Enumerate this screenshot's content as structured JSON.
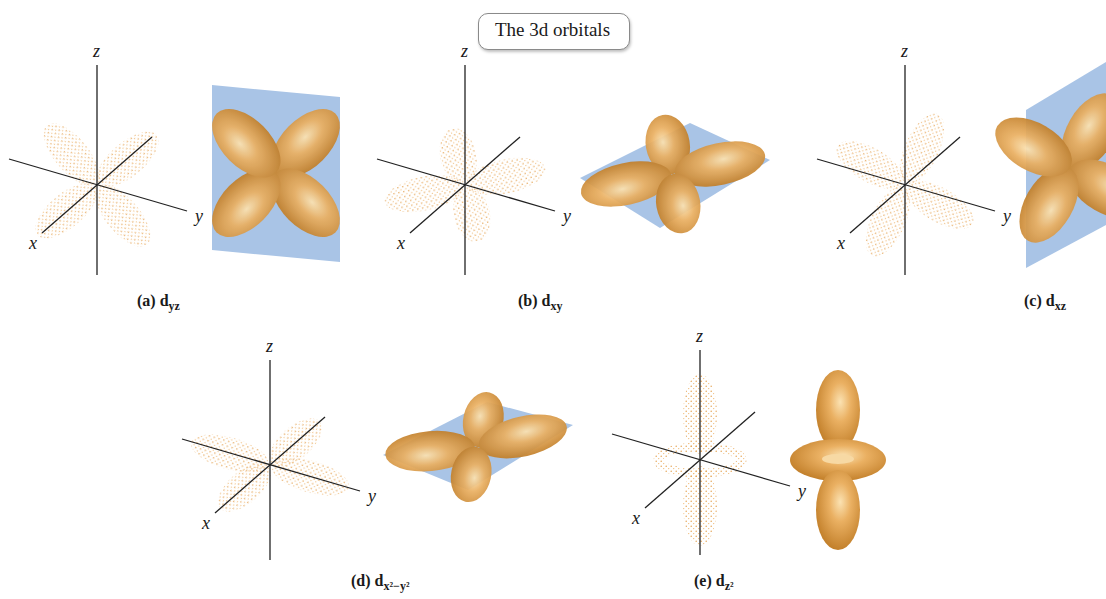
{
  "diagram": {
    "title": "The 3d orbitals",
    "labels": [
      "z",
      "y",
      "x",
      "z",
      "y",
      "x",
      "z",
      "y",
      "x",
      "(a) dyz",
      "(b) dxy",
      "(c) dxz",
      "z",
      "y",
      "x",
      "z",
      "y",
      "x",
      "(d) dx²−y²",
      "(e) dz²"
    ]
  }
}
